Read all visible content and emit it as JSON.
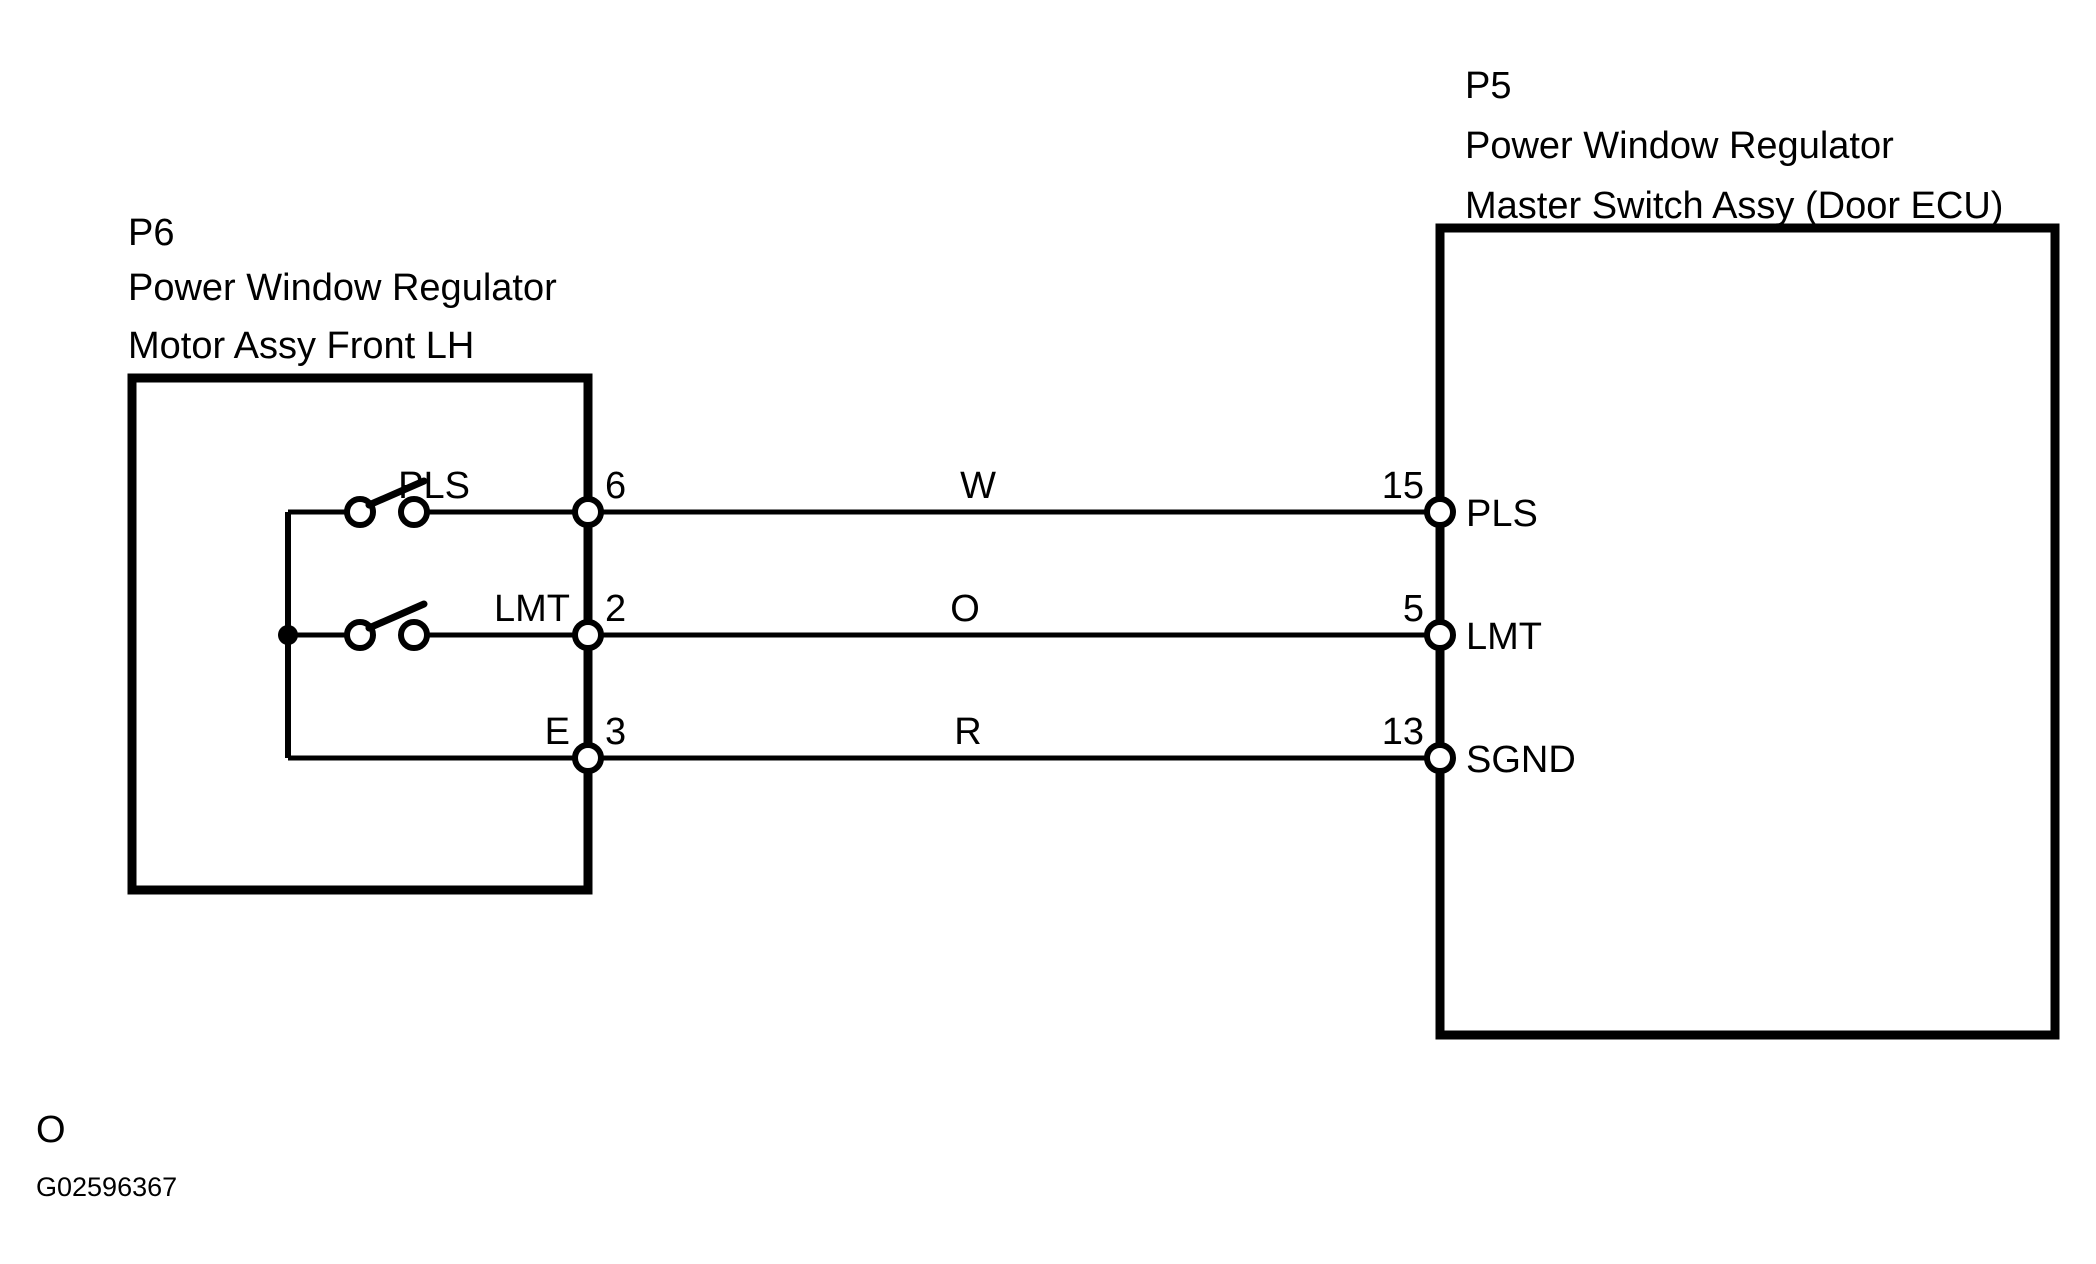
{
  "figure": {
    "mark": "O",
    "code": "G02596367"
  },
  "left_block": {
    "connector_id": "P6",
    "name_line1": "Power Window Regulator",
    "name_line2": "Motor Assy Front LH",
    "terminals": [
      {
        "name": "PLS",
        "pin": "6"
      },
      {
        "name": "LMT",
        "pin": "2"
      },
      {
        "name": "E",
        "pin": "3"
      }
    ],
    "switches": [
      {
        "name": "pls-limit-switch",
        "state": "open"
      },
      {
        "name": "lmt-limit-switch",
        "state": "open"
      }
    ]
  },
  "right_block": {
    "connector_id": "P5",
    "name_line1": "Power Window Regulator",
    "name_line2": "Master Switch Assy (Door ECU)",
    "terminals": [
      {
        "name": "PLS",
        "pin": "15"
      },
      {
        "name": "LMT",
        "pin": "5"
      },
      {
        "name": "SGND",
        "pin": "13"
      }
    ]
  },
  "wires": [
    {
      "color_code": "W",
      "from_pin": "6",
      "to_pin": "15",
      "from_terminal": "PLS",
      "to_terminal": "PLS"
    },
    {
      "color_code": "O",
      "from_pin": "2",
      "to_pin": "5",
      "from_terminal": "LMT",
      "to_terminal": "LMT"
    },
    {
      "color_code": "R",
      "from_pin": "3",
      "to_pin": "13",
      "from_terminal": "E",
      "to_terminal": "SGND"
    }
  ],
  "colors": {
    "line": "#000000",
    "background": "#ffffff"
  }
}
